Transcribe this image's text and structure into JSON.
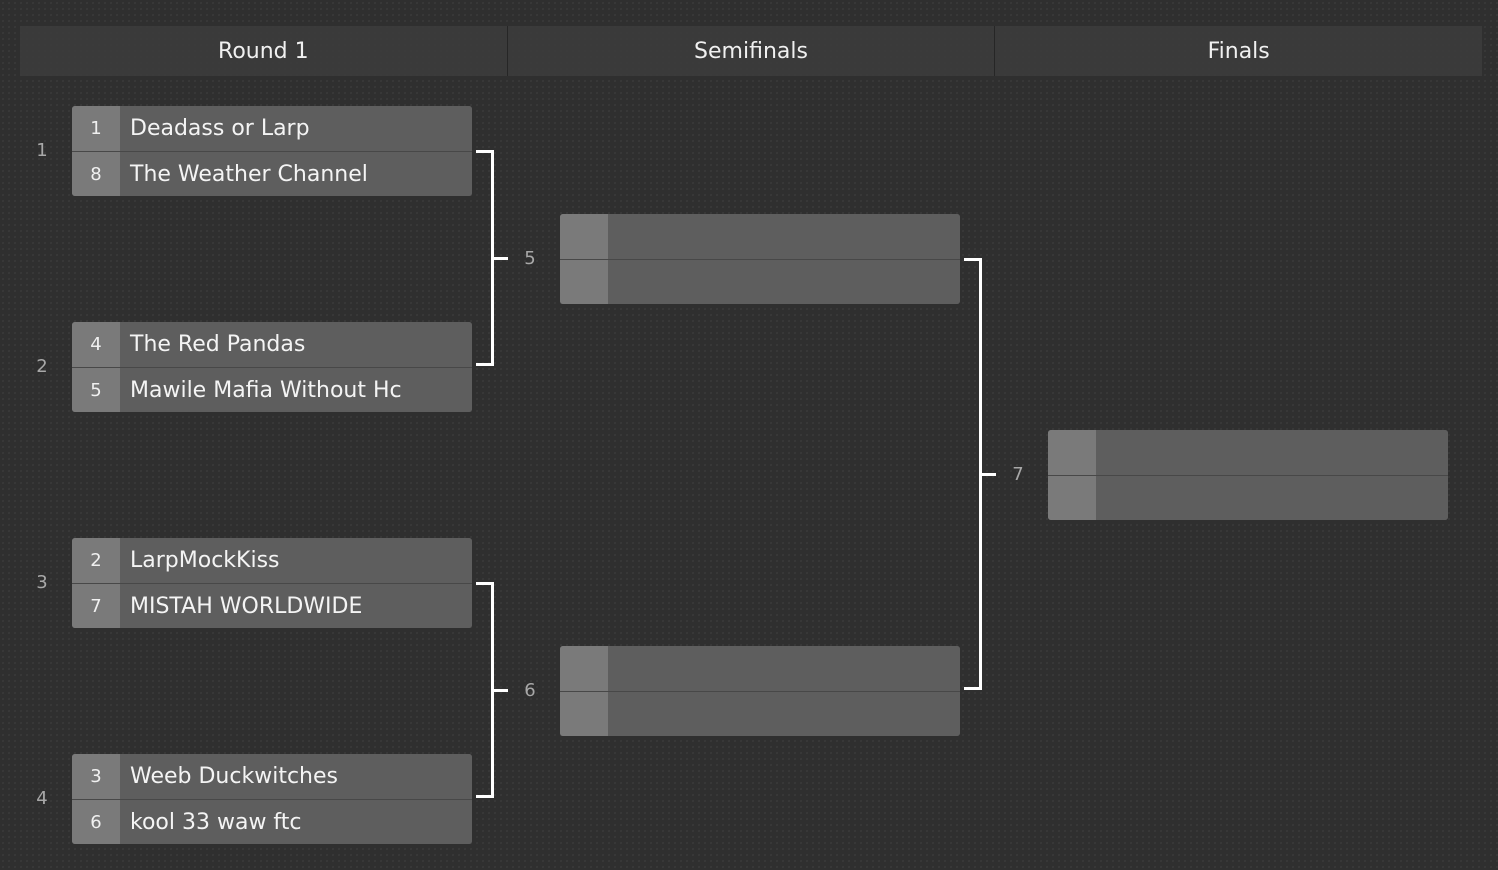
{
  "rounds": [
    {
      "title": "Round 1"
    },
    {
      "title": "Semifinals"
    },
    {
      "title": "Finals"
    }
  ],
  "matches": {
    "m1": {
      "number": "1",
      "slots": [
        {
          "seed": "1",
          "team": "Deadass or Larp"
        },
        {
          "seed": "8",
          "team": "The Weather Channel"
        }
      ]
    },
    "m2": {
      "number": "2",
      "slots": [
        {
          "seed": "4",
          "team": "The Red Pandas"
        },
        {
          "seed": "5",
          "team": "Mawile Mafia Without Hc"
        }
      ]
    },
    "m3": {
      "number": "3",
      "slots": [
        {
          "seed": "2",
          "team": "LarpMockKiss"
        },
        {
          "seed": "7",
          "team": "MISTAH WORLDWIDE"
        }
      ]
    },
    "m4": {
      "number": "4",
      "slots": [
        {
          "seed": "3",
          "team": "Weeb Duckwitches"
        },
        {
          "seed": "6",
          "team": "kool 33 waw ftc"
        }
      ]
    },
    "m5": {
      "number": "5",
      "slots": [
        {
          "seed": "",
          "team": ""
        },
        {
          "seed": "",
          "team": ""
        }
      ]
    },
    "m6": {
      "number": "6",
      "slots": [
        {
          "seed": "",
          "team": ""
        },
        {
          "seed": "",
          "team": ""
        }
      ]
    },
    "m7": {
      "number": "7",
      "slots": [
        {
          "seed": "",
          "team": ""
        },
        {
          "seed": "",
          "team": ""
        }
      ]
    }
  },
  "colors": {
    "background": "#2f2f2f",
    "slot": "#5e5e5e",
    "seed": "#7a7a7a",
    "connector": "#ffffff"
  }
}
